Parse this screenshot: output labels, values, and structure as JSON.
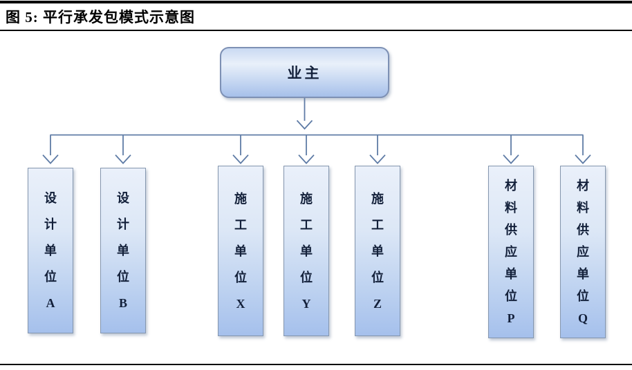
{
  "figure": {
    "caption": "图 5: 平行承发包模式示意图"
  },
  "diagram": {
    "owner": {
      "label": "业主"
    },
    "units": [
      {
        "label": "设计单位A"
      },
      {
        "label": "设计单位B"
      },
      {
        "label": "施工单位X"
      },
      {
        "label": "施工单位Y"
      },
      {
        "label": "施工单位Z"
      },
      {
        "label": "材料供应单位P"
      },
      {
        "label": "材料供应单位Q"
      }
    ],
    "colors": {
      "connector": "#5f7ca6",
      "node_border": "#8496ae",
      "node_fill_top": "#eaf0fa",
      "node_fill_bottom": "#a5c0ec",
      "owner_fill_bottom": "#a6c0ea",
      "text": "#13203a",
      "rule": "#000000"
    }
  }
}
